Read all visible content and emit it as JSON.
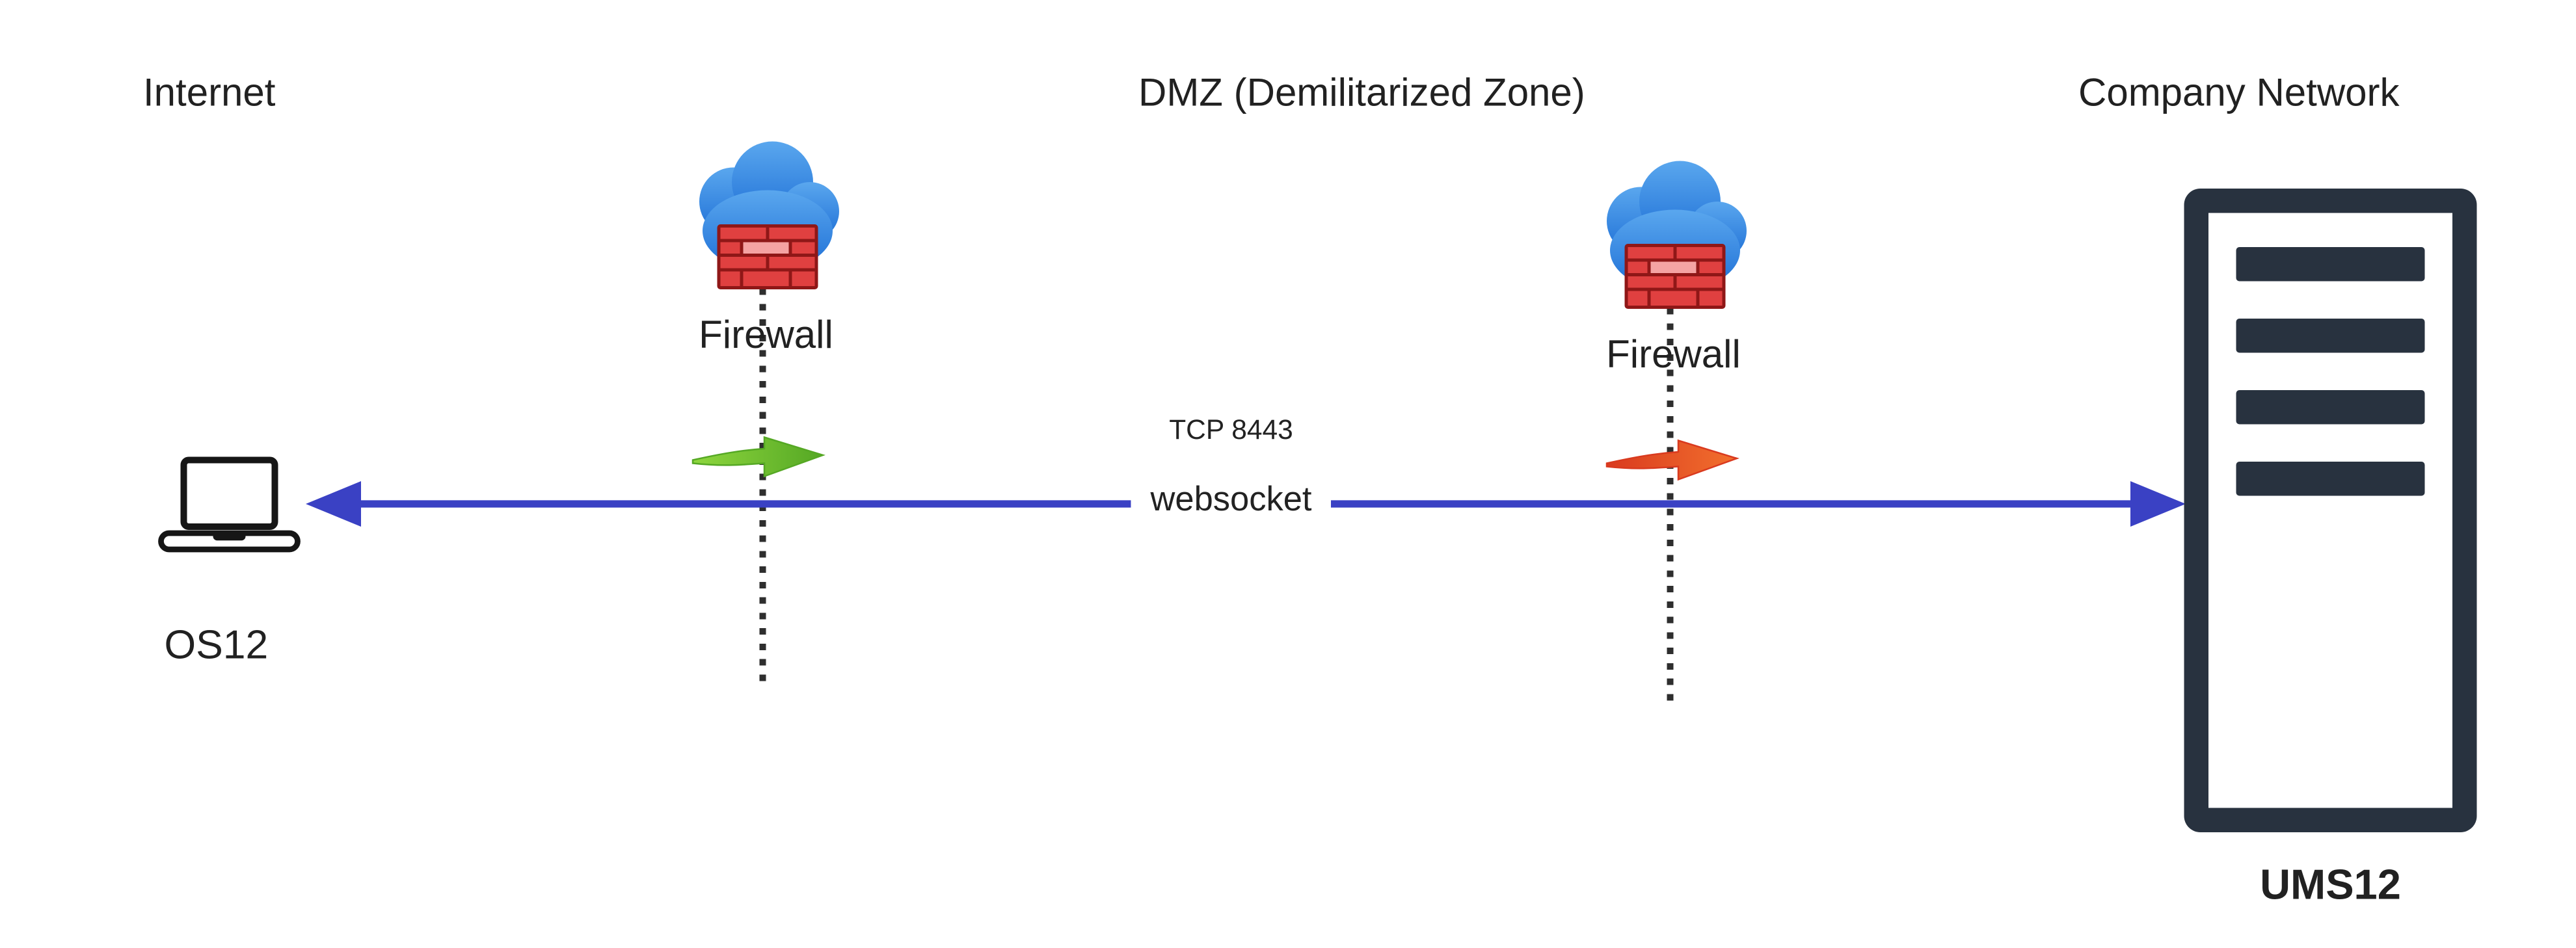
{
  "diagram": {
    "zones": {
      "internet": {
        "label": "Internet"
      },
      "dmz": {
        "label": "DMZ (Demilitarized Zone)"
      },
      "company": {
        "label": "Company Network"
      }
    },
    "firewalls": {
      "left": {
        "label": "Firewall"
      },
      "right": {
        "label": "Firewall"
      }
    },
    "connection": {
      "protocol": "TCP 8443",
      "label": "websocket"
    },
    "nodes": {
      "client": {
        "label": "OS12"
      },
      "server": {
        "label": "UMS12"
      }
    },
    "colors": {
      "connector": "#3a41c4",
      "allowed_light": "#8ed63e",
      "allowed_dark": "#55a824",
      "blocked_light": "#f2702d",
      "blocked_dark": "#d93a1f",
      "cloud_light": "#5aa7ee",
      "cloud_dark": "#1e6fd6",
      "brick": "#e04040",
      "brick_mortar": "#8f1717",
      "brick_light": "#f5a3a3",
      "server": "#28323f",
      "text": "#212121"
    }
  }
}
